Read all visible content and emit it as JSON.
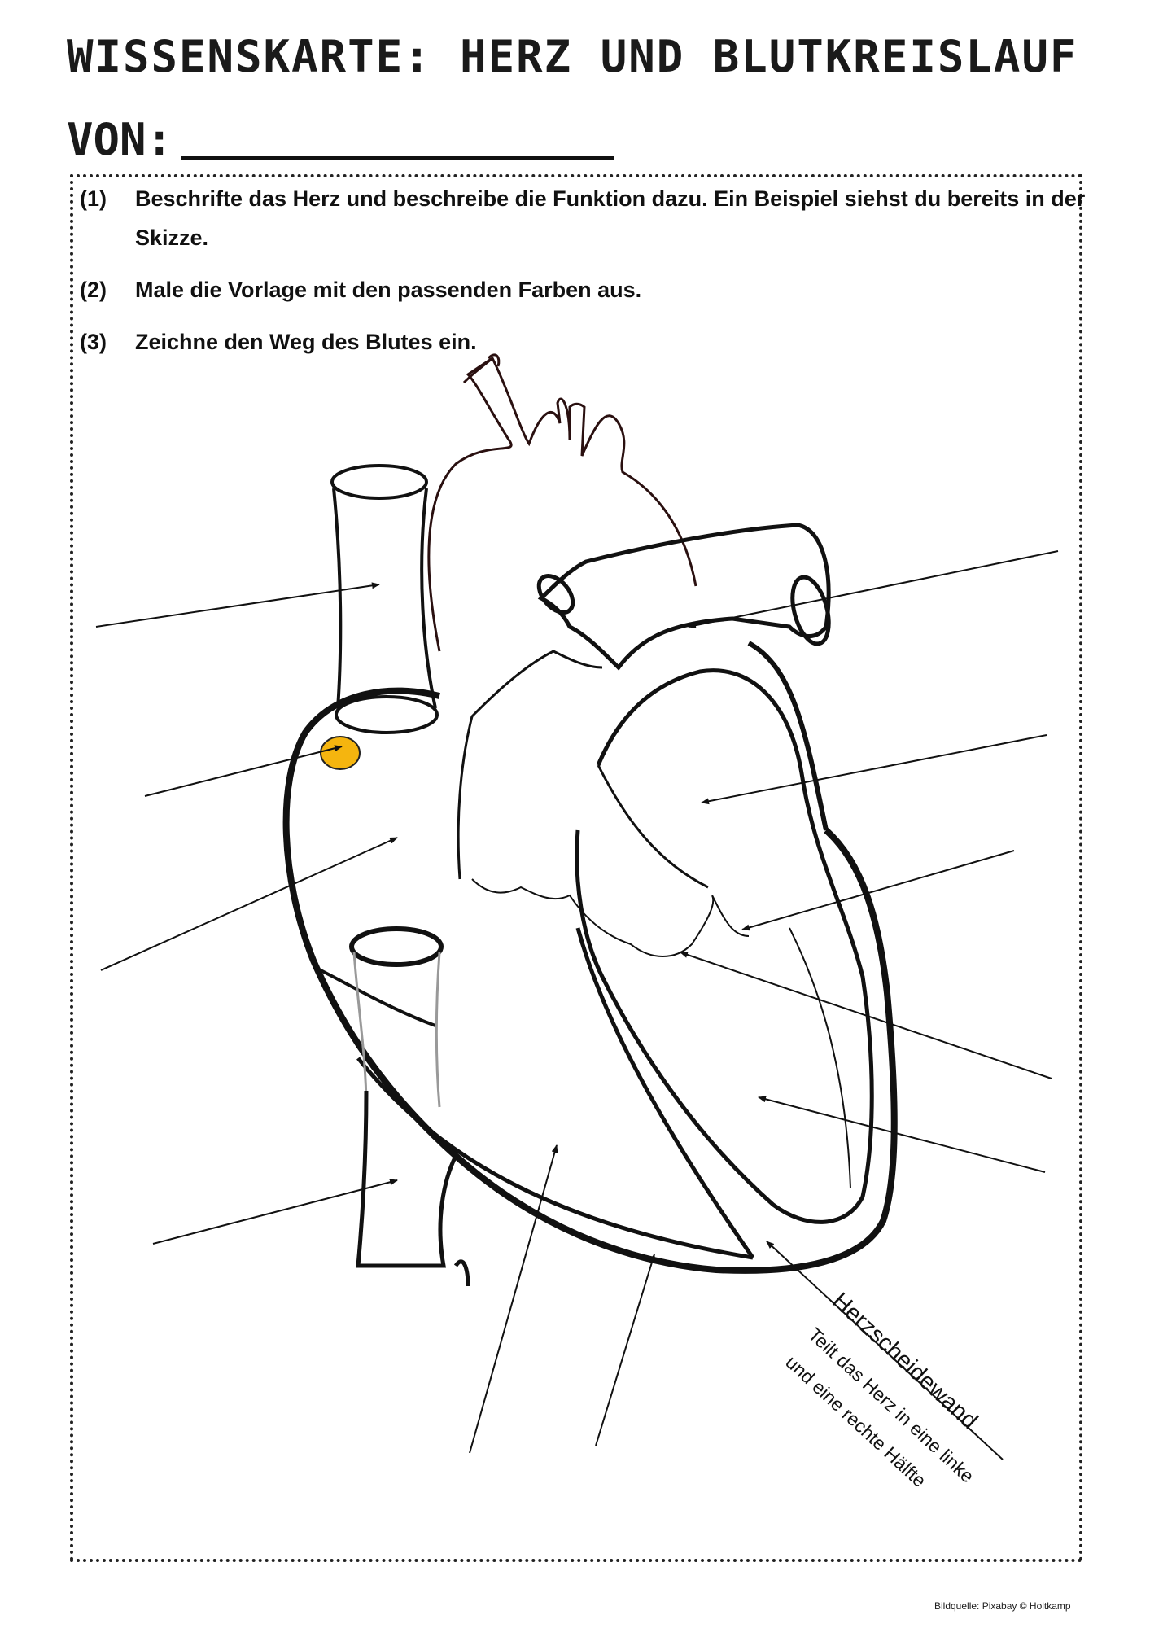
{
  "header": {
    "title": "WISSENSKARTE: HERZ UND BLUTKREISLAUF",
    "from_label": "VON:"
  },
  "tasks": [
    {
      "number": "(1)",
      "text": "Beschrifte das Herz und beschreibe die Funktion dazu. Ein Beispiel siehst du bereits in der Skizze."
    },
    {
      "number": "(2)",
      "text": "Male die Vorlage mit den passenden Farben aus."
    },
    {
      "number": "(3)",
      "text": "Zeichne den Weg des Blutes ein."
    }
  ],
  "example_label": {
    "title": "Herzscheidewand",
    "line1": "Teilt das Herz in eine linke",
    "line2": "und eine rechte Hälfte"
  },
  "footer": {
    "source": "Bildquelle: Pixabay © Holtkamp"
  },
  "colors": {
    "node_highlight": "#f5b50f",
    "ink": "#111111"
  }
}
